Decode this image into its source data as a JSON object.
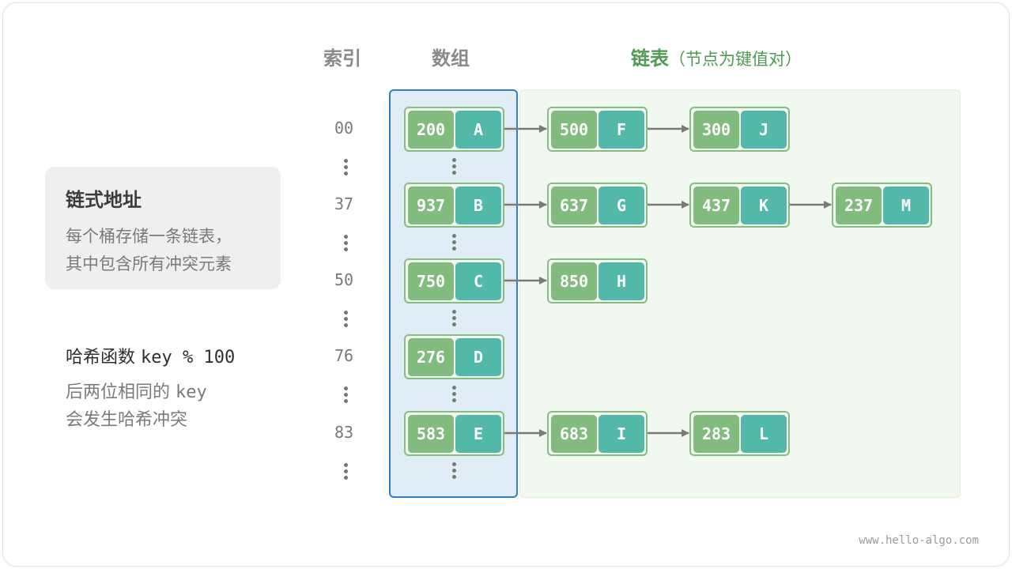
{
  "headers": {
    "index": "索引",
    "array": "数组",
    "list": "链表",
    "list_sub": "（节点为键值对）"
  },
  "card": {
    "title": "链式地址",
    "line1": "每个桶存储一条链表，",
    "line2": "其中包含所有冲突元素"
  },
  "hash": {
    "prefix": "哈希函数",
    "formula": "key % 100",
    "line2_prefix": "后两位相同的",
    "line2_key": "key",
    "line3": "会发生哈希冲突"
  },
  "indices": [
    "00",
    "37",
    "50",
    "76",
    "83"
  ],
  "buckets": [
    {
      "key": "200",
      "val": "A",
      "chain": [
        {
          "key": "500",
          "val": "F"
        },
        {
          "key": "300",
          "val": "J"
        }
      ]
    },
    {
      "key": "937",
      "val": "B",
      "chain": [
        {
          "key": "637",
          "val": "G"
        },
        {
          "key": "437",
          "val": "K"
        },
        {
          "key": "237",
          "val": "M"
        }
      ]
    },
    {
      "key": "750",
      "val": "C",
      "chain": [
        {
          "key": "850",
          "val": "H"
        }
      ]
    },
    {
      "key": "276",
      "val": "D",
      "chain": []
    },
    {
      "key": "583",
      "val": "E",
      "chain": [
        {
          "key": "683",
          "val": "I"
        },
        {
          "key": "283",
          "val": "L"
        }
      ]
    }
  ],
  "colors": {
    "key_fill": "#82bb7e",
    "value_fill": "#52b9a9",
    "array_fill": "#e0edf7",
    "array_border": "#2f7fc4",
    "list_fill": "#f1f8ef",
    "accent_green": "#4f9a54",
    "arrow": "#7a7a7a"
  },
  "watermark": "www.hello-algo.com"
}
